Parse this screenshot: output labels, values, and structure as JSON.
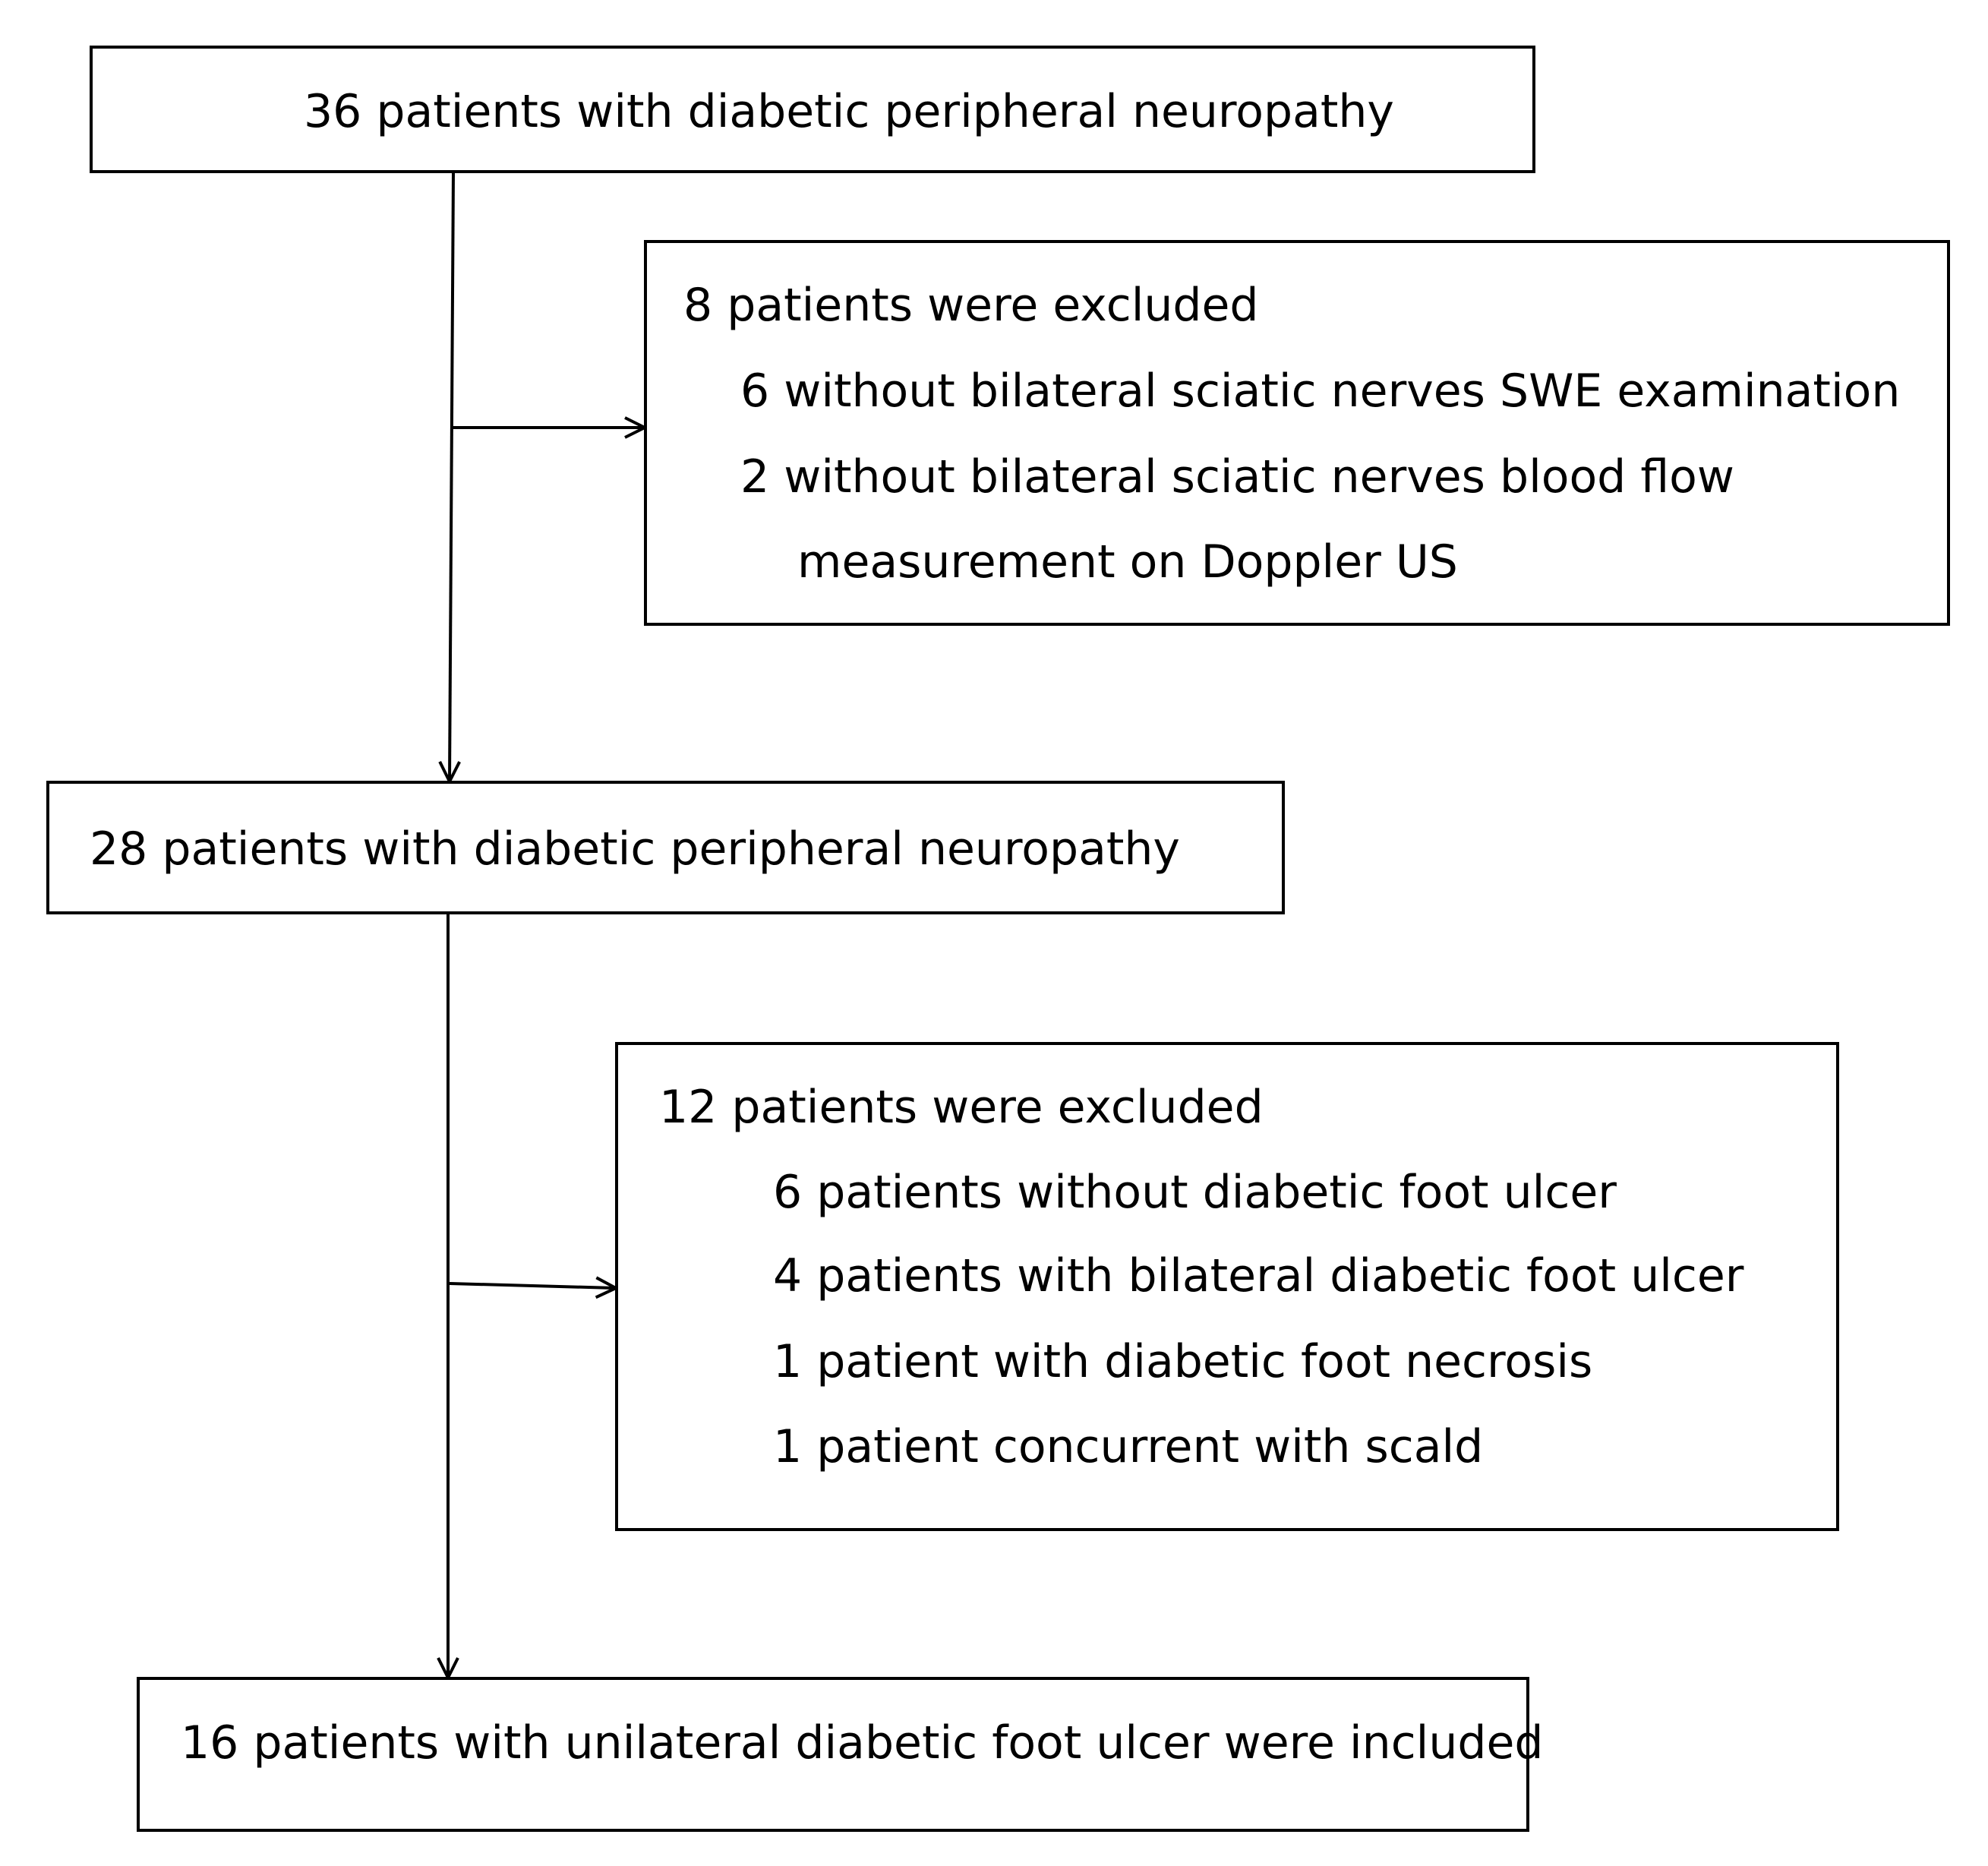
{
  "diagram": {
    "boxes": {
      "start": {
        "text": "36 patients with diabetic peripheral neuropathy"
      },
      "exclusion1": {
        "heading": "8 patients were excluded",
        "reasons": [
          "6 without bilateral sciatic nerves SWE examination",
          "2 without bilateral sciatic nerves blood flow",
          "measurement on Doppler US"
        ]
      },
      "middle": {
        "text": "28 patients with diabetic peripheral neuropathy"
      },
      "exclusion2": {
        "heading": "12 patients were excluded",
        "reasons": [
          "6 patients without diabetic foot ulcer",
          "4 patients with bilateral diabetic foot ulcer",
          "1 patient with diabetic foot necrosis",
          "1 patient concurrent with scald"
        ]
      },
      "final": {
        "text": "16 patients with unilateral diabetic foot ulcer were included"
      }
    },
    "style": {
      "stroke_color": "#000000",
      "text_color": "#000000",
      "background": "#ffffff"
    }
  }
}
